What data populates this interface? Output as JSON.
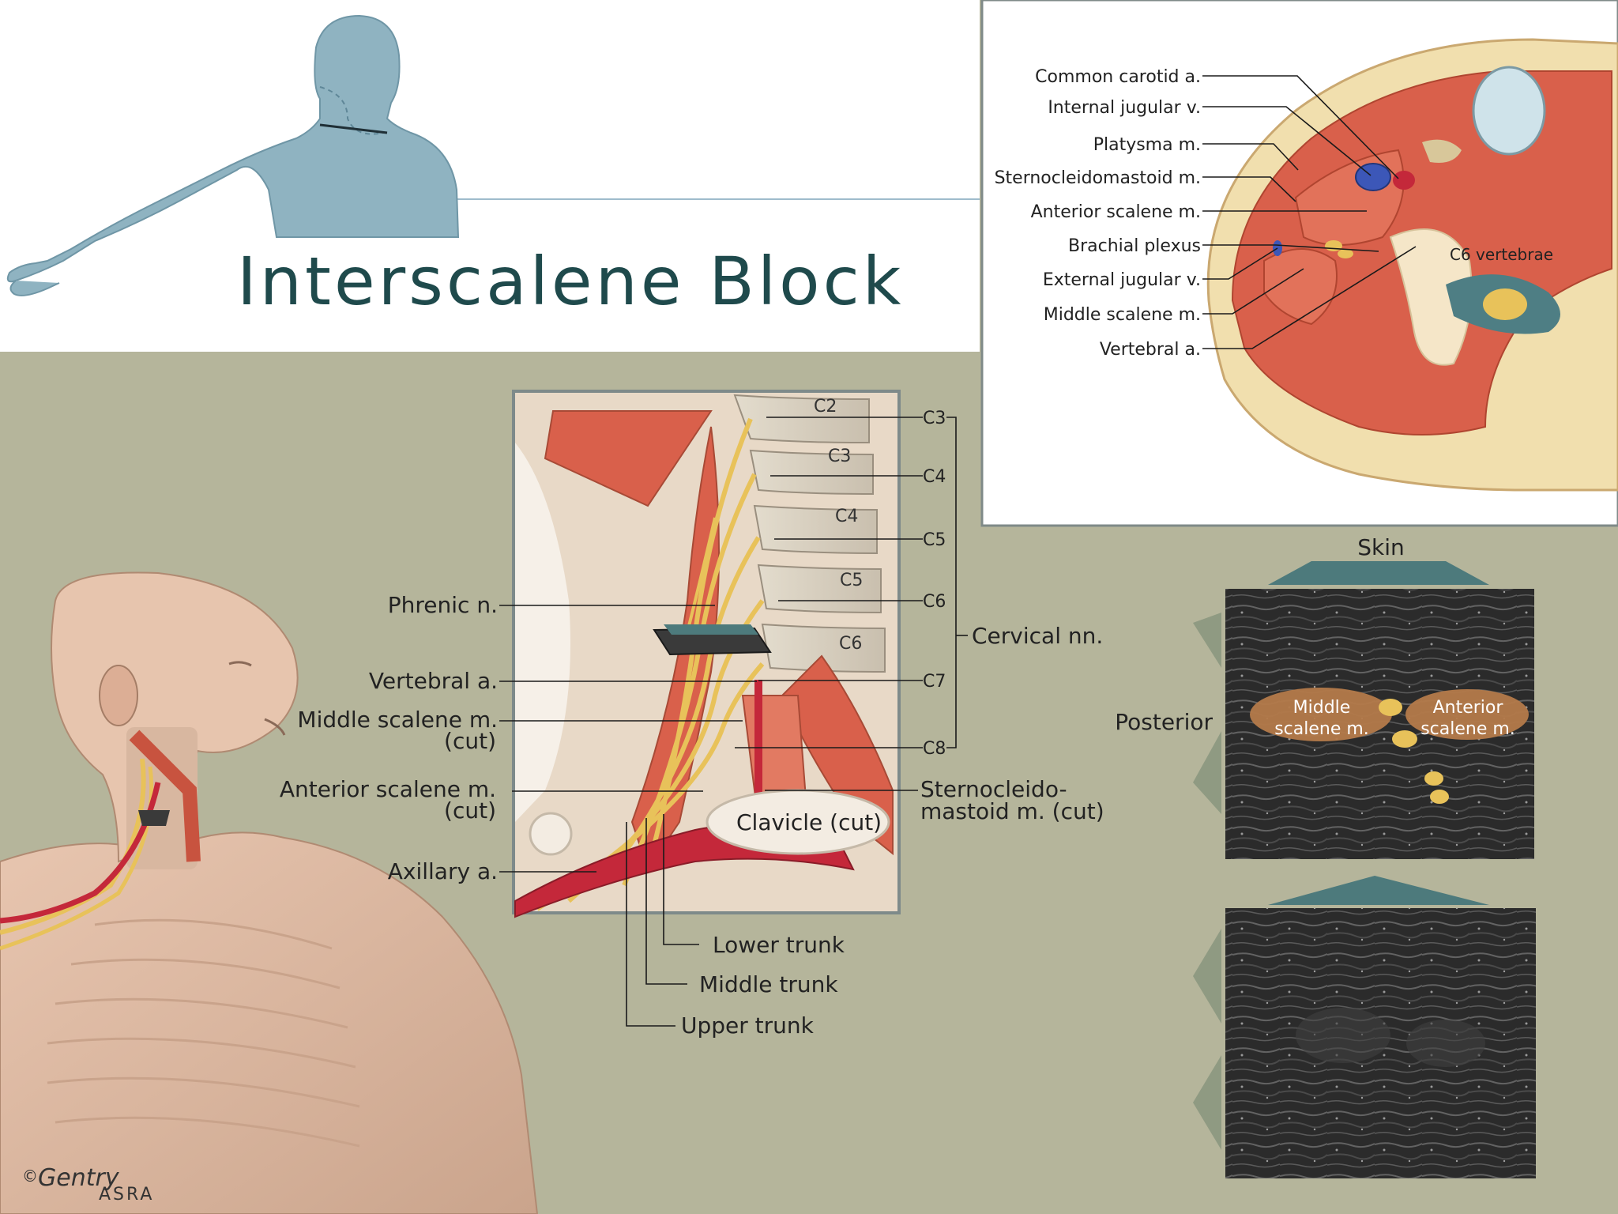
{
  "title": "Interscalene Block",
  "colors": {
    "background": "#b5b59b",
    "title_panel": "#ffffff",
    "title_text": "#1f4a4c",
    "figure_blue": "#8fb3c1",
    "muscle": "#d9604b",
    "fat": "#f1dfae",
    "artery": "#c4283a",
    "vein": "#3c57b8",
    "nerve": "#e8c25a",
    "ultrasound_bg": "#2a2a2a",
    "overlay_muscle": "#b47a4a",
    "teal_marker": "#4d7a7c"
  },
  "cross_section": {
    "labels": [
      "Common carotid a.",
      "Internal jugular v.",
      "Platysma m.",
      "Sternocleidomastoid m.",
      "Anterior scalene m.",
      "Brachial plexus",
      "External jugular v.",
      "Middle scalene m.",
      "Vertebral a."
    ],
    "vertebra_label": "C6 vertebrae"
  },
  "anatomy": {
    "vertebra_labels": [
      "C2",
      "C3",
      "C4",
      "C5",
      "C6"
    ],
    "root_labels": [
      "C3",
      "C4",
      "C5",
      "C6",
      "C7",
      "C8"
    ],
    "bracket_label": "Cervical nn.",
    "left_labels": [
      "Phrenic n.",
      "Vertebral a.",
      "Middle scalene m.",
      "(cut)",
      "Anterior scalene m.",
      "(cut)",
      "Axillary a."
    ],
    "right_labels": [
      "Sternocleido-",
      "mastoid m. (cut)"
    ],
    "clavicle_label": "Clavicle (cut)",
    "trunk_labels": [
      "Lower trunk",
      "Middle trunk",
      "Upper trunk"
    ]
  },
  "ultrasound": {
    "skin_label": "Skin",
    "posterior_label": "Posterior",
    "muscle_left": [
      "Middle",
      "scalene m."
    ],
    "muscle_right": [
      "Anterior",
      "scalene m."
    ]
  },
  "credit": {
    "copyright": "©",
    "signature": "Gentry",
    "org": "ASRA"
  }
}
